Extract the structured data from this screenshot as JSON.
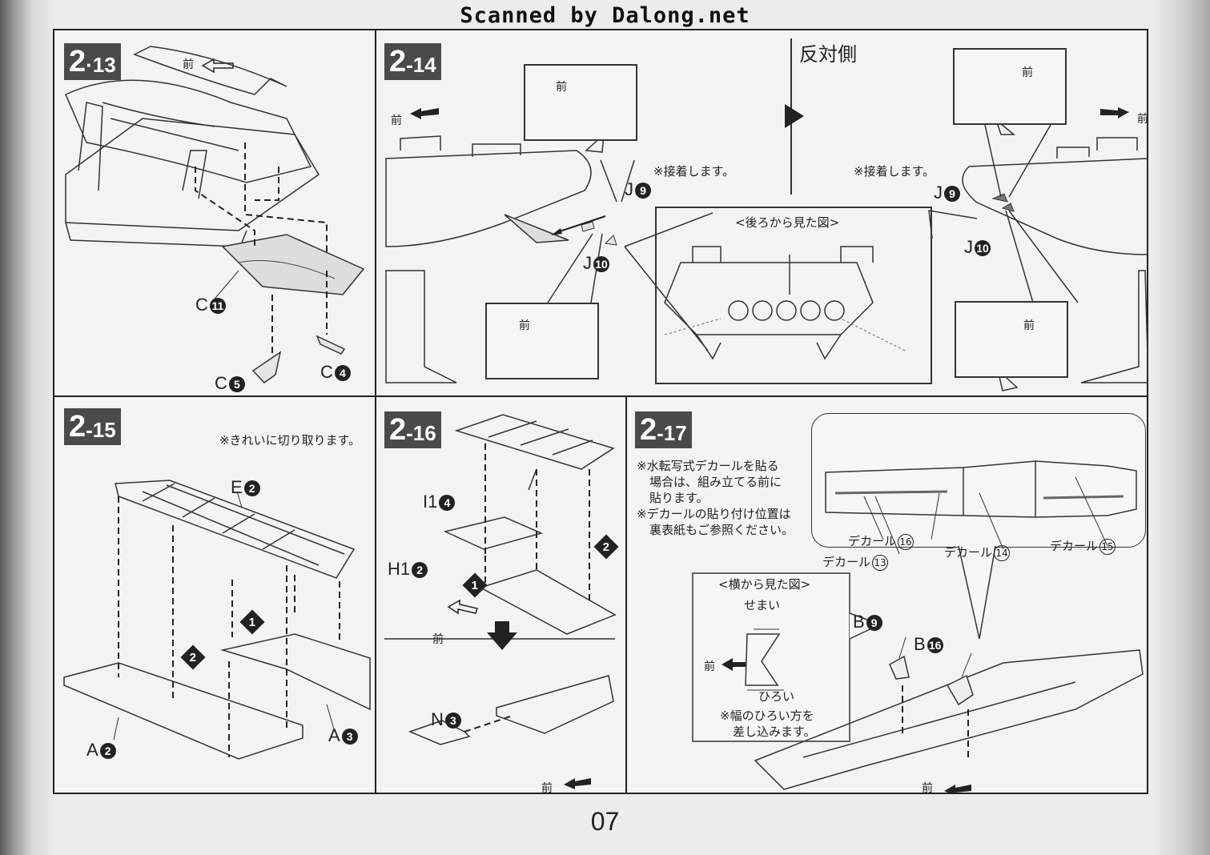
{
  "header": {
    "scan_credit": "Scanned by Dalong.net"
  },
  "page_number": "07",
  "common": {
    "front": "前",
    "glue": "※接着します。"
  },
  "step_2_13": {
    "num_big": "2",
    "num_small": "·13",
    "parts": [
      {
        "letter": "C",
        "num": "11"
      },
      {
        "letter": "C",
        "num": "5"
      },
      {
        "letter": "C",
        "num": "4"
      }
    ]
  },
  "step_2_14": {
    "num_big": "2",
    "num_small": "-14",
    "opposite_side": "反対側",
    "rear_view": "<後ろから見た図>",
    "parts_left": [
      {
        "letter": "J",
        "num": "9"
      },
      {
        "letter": "J",
        "num": "10"
      }
    ],
    "parts_right": [
      {
        "letter": "J",
        "num": "9"
      },
      {
        "letter": "J",
        "num": "10"
      }
    ]
  },
  "step_2_15": {
    "num_big": "2",
    "num_small": "-15",
    "note": "※きれいに切り取ります。",
    "parts": [
      {
        "letter": "E",
        "num": "2"
      },
      {
        "letter": "A",
        "num": "3"
      },
      {
        "letter": "A",
        "num": "2"
      }
    ],
    "order": [
      "1",
      "2"
    ]
  },
  "step_2_16": {
    "num_big": "2",
    "num_small": "-16",
    "parts": [
      {
        "letter": "I1",
        "num": "4"
      },
      {
        "letter": "H1",
        "num": "2"
      },
      {
        "letter": "N",
        "num": "3"
      }
    ],
    "order": [
      "1",
      "2"
    ]
  },
  "step_2_17": {
    "num_big": "2",
    "num_small": "-17",
    "note_lines": [
      "※水転写式デカールを貼る",
      "場合は、組み立てる前に",
      "貼ります。",
      "※デカールの貼り付け位置は",
      "裏表紙もご参照ください。"
    ],
    "side_view": "<横から見た図>",
    "narrow": "せまい",
    "wide": "ひろい",
    "insert_note_lines": [
      "※幅のひろい方を",
      "差し込みます。"
    ],
    "decal_label": "デカール",
    "decals": [
      "16",
      "13",
      "14",
      "15"
    ],
    "parts": [
      {
        "letter": "B",
        "num": "9"
      },
      {
        "letter": "B",
        "num": "16"
      }
    ]
  }
}
